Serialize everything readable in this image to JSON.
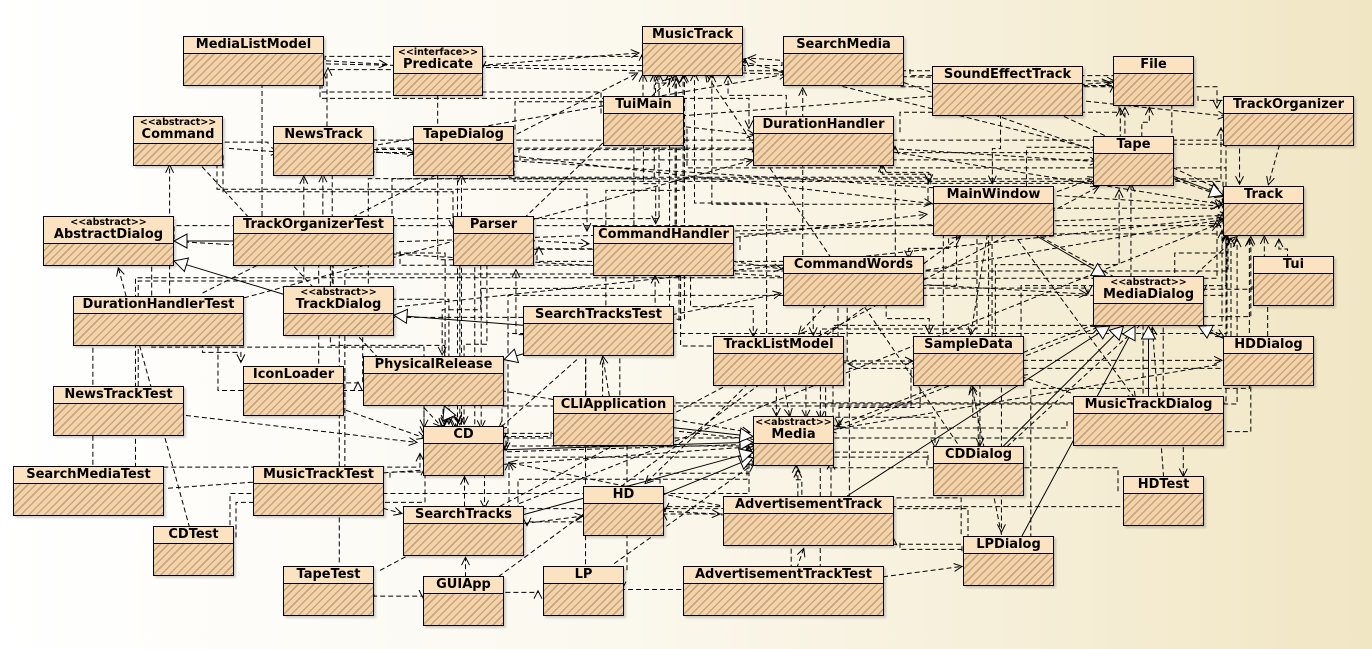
{
  "colors": {
    "box_fill": "#f8dcb6",
    "hatch": "#c6a682",
    "line": "#000000"
  },
  "classes": [
    {
      "id": "MediaListModel",
      "name": "MediaListModel"
    },
    {
      "id": "Predicate",
      "name": "Predicate",
      "stereotype": "<<interface>>"
    },
    {
      "id": "MusicTrack",
      "name": "MusicTrack"
    },
    {
      "id": "SearchMedia",
      "name": "SearchMedia"
    },
    {
      "id": "SoundEffectTrack",
      "name": "SoundEffectTrack"
    },
    {
      "id": "File",
      "name": "File"
    },
    {
      "id": "TrackOrganizer",
      "name": "TrackOrganizer"
    },
    {
      "id": "Command",
      "name": "Command",
      "stereotype": "<<abstract>>"
    },
    {
      "id": "NewsTrack",
      "name": "NewsTrack"
    },
    {
      "id": "TapeDialog",
      "name": "TapeDialog"
    },
    {
      "id": "TuiMain",
      "name": "TuiMain"
    },
    {
      "id": "DurationHandler",
      "name": "DurationHandler"
    },
    {
      "id": "Tape",
      "name": "Tape"
    },
    {
      "id": "AbstractDialog",
      "name": "AbstractDialog",
      "stereotype": "<<abstract>>"
    },
    {
      "id": "TrackOrganizerTest",
      "name": "TrackOrganizerTest"
    },
    {
      "id": "Parser",
      "name": "Parser"
    },
    {
      "id": "CommandHandler",
      "name": "CommandHandler"
    },
    {
      "id": "MainWindow",
      "name": "MainWindow"
    },
    {
      "id": "Track",
      "name": "Track"
    },
    {
      "id": "CommandWords",
      "name": "CommandWords"
    },
    {
      "id": "Tui",
      "name": "Tui"
    },
    {
      "id": "DurationHandlerTest",
      "name": "DurationHandlerTest"
    },
    {
      "id": "TrackDialog",
      "name": "TrackDialog",
      "stereotype": "<<abstract>>"
    },
    {
      "id": "SearchTracksTest",
      "name": "SearchTracksTest"
    },
    {
      "id": "MediaDialog",
      "name": "MediaDialog",
      "stereotype": "<<abstract>>"
    },
    {
      "id": "TrackListModel",
      "name": "TrackListModel"
    },
    {
      "id": "SampleData",
      "name": "SampleData"
    },
    {
      "id": "HDDialog",
      "name": "HDDialog"
    },
    {
      "id": "IconLoader",
      "name": "IconLoader"
    },
    {
      "id": "PhysicalRelease",
      "name": "PhysicalRelease"
    },
    {
      "id": "NewsTrackTest",
      "name": "NewsTrackTest"
    },
    {
      "id": "CLIApplication",
      "name": "CLIApplication"
    },
    {
      "id": "MusicTrackDialog",
      "name": "MusicTrackDialog"
    },
    {
      "id": "CD",
      "name": "CD"
    },
    {
      "id": "Media",
      "name": "Media",
      "stereotype": "<<abstract>>"
    },
    {
      "id": "CDDialog",
      "name": "CDDialog"
    },
    {
      "id": "SearchMediaTest",
      "name": "SearchMediaTest"
    },
    {
      "id": "MusicTrackTest",
      "name": "MusicTrackTest"
    },
    {
      "id": "HDTest",
      "name": "HDTest"
    },
    {
      "id": "HD",
      "name": "HD"
    },
    {
      "id": "AdvertisementTrack",
      "name": "AdvertisementTrack"
    },
    {
      "id": "SearchTracks",
      "name": "SearchTracks"
    },
    {
      "id": "CDTest",
      "name": "CDTest"
    },
    {
      "id": "LPDialog",
      "name": "LPDialog"
    },
    {
      "id": "TapeTest",
      "name": "TapeTest"
    },
    {
      "id": "GUIApp",
      "name": "GUIApp"
    },
    {
      "id": "LP",
      "name": "LP"
    },
    {
      "id": "AdvertisementTrackTest",
      "name": "AdvertisementTrackTest"
    }
  ],
  "inheritance": [
    [
      "TrackOrganizerTest",
      "AbstractDialog"
    ],
    [
      "TrackDialog",
      "AbstractDialog"
    ],
    [
      "SearchTracksTest",
      "TrackDialog"
    ],
    [
      "SearchTracksTest",
      "PhysicalRelease"
    ],
    [
      "CD",
      "PhysicalRelease"
    ],
    [
      "Tape",
      "Track"
    ],
    [
      "MainWindow",
      "MediaDialog"
    ],
    [
      "CDDialog",
      "MediaDialog"
    ],
    [
      "LPDialog",
      "MediaDialog"
    ],
    [
      "MusicTrackDialog",
      "MediaDialog"
    ],
    [
      "HDDialog",
      "MediaDialog"
    ],
    [
      "AdvertisementTrack",
      "MediaDialog"
    ],
    [
      "HD",
      "Media"
    ],
    [
      "CD",
      "Media"
    ],
    [
      "CLIApplication",
      "Media"
    ],
    [
      "SearchTracks",
      "Media"
    ]
  ],
  "dependencies": [
    [
      "MediaListModel",
      "Predicate"
    ],
    [
      "MediaListModel",
      "MusicTrack"
    ],
    [
      "MediaListModel",
      "CD"
    ],
    [
      "MediaListModel",
      "File"
    ],
    [
      "MediaListModel",
      "DurationHandler"
    ],
    [
      "MediaListModel",
      "Track"
    ],
    [
      "Predicate",
      "MusicTrack"
    ],
    [
      "Predicate",
      "MediaListModel"
    ],
    [
      "Predicate",
      "CD"
    ],
    [
      "SearchMedia",
      "MusicTrack"
    ],
    [
      "SearchMedia",
      "Predicate"
    ],
    [
      "SearchMedia",
      "File"
    ],
    [
      "SearchMedia",
      "Track"
    ],
    [
      "SearchMedia",
      "TrackOrganizer"
    ],
    [
      "SoundEffectTrack",
      "File"
    ],
    [
      "SoundEffectTrack",
      "Track"
    ],
    [
      "SoundEffectTrack",
      "MusicTrack"
    ],
    [
      "SoundEffectTrack",
      "MainWindow"
    ],
    [
      "SoundEffectTrack",
      "TrackOrganizer"
    ],
    [
      "File",
      "Track"
    ],
    [
      "File",
      "TrackOrganizer"
    ],
    [
      "TrackOrganizer",
      "Track"
    ],
    [
      "Tui",
      "Track"
    ],
    [
      "Tui",
      "MediaDialog"
    ],
    [
      "Command",
      "NewsTrack"
    ],
    [
      "Command",
      "Parser"
    ],
    [
      "Command",
      "CommandHandler"
    ],
    [
      "Command",
      "CD"
    ],
    [
      "NewsTrack",
      "Command"
    ],
    [
      "NewsTrack",
      "TapeDialog"
    ],
    [
      "NewsTrack",
      "Track"
    ],
    [
      "NewsTrack",
      "DurationHandler"
    ],
    [
      "NewsTrack",
      "CD"
    ],
    [
      "NewsTrack",
      "SearchMedia"
    ],
    [
      "TapeDialog",
      "NewsTrack"
    ],
    [
      "TapeDialog",
      "DurationHandler"
    ],
    [
      "TapeDialog",
      "MainWindow"
    ],
    [
      "TapeDialog",
      "Tape"
    ],
    [
      "TapeDialog",
      "Track"
    ],
    [
      "TapeDialog",
      "CD"
    ],
    [
      "TapeDialog",
      "MusicTrack"
    ],
    [
      "TuiMain",
      "MusicTrack"
    ],
    [
      "TuiMain",
      "DurationHandler"
    ],
    [
      "TuiMain",
      "CommandHandler"
    ],
    [
      "TuiMain",
      "Track"
    ],
    [
      "TuiMain",
      "File"
    ],
    [
      "TuiMain",
      "CD"
    ],
    [
      "TuiMain",
      "MediaListModel"
    ],
    [
      "DurationHandler",
      "Tape"
    ],
    [
      "DurationHandler",
      "MusicTrack"
    ],
    [
      "DurationHandler",
      "File"
    ],
    [
      "DurationHandler",
      "Track"
    ],
    [
      "DurationHandler",
      "MainWindow"
    ],
    [
      "Tape",
      "DurationHandler"
    ],
    [
      "Tape",
      "MusicTrack"
    ],
    [
      "Tape",
      "File"
    ],
    [
      "MainWindow",
      "Track"
    ],
    [
      "MainWindow",
      "Tape"
    ],
    [
      "MainWindow",
      "DurationHandler"
    ],
    [
      "MainWindow",
      "CommandWords"
    ],
    [
      "MainWindow",
      "SampleData"
    ],
    [
      "MainWindow",
      "Media"
    ],
    [
      "MainWindow",
      "TrackListModel"
    ],
    [
      "MainWindow",
      "MusicTrackDialog"
    ],
    [
      "MainWindow",
      "CDDialog"
    ],
    [
      "MainWindow",
      "LPDialog"
    ],
    [
      "MainWindow",
      "HDDialog"
    ],
    [
      "MainWindow",
      "TapeDialog"
    ],
    [
      "MainWindow",
      "File"
    ],
    [
      "Parser",
      "CommandHandler"
    ],
    [
      "Parser",
      "CommandWords"
    ],
    [
      "Parser",
      "CD"
    ],
    [
      "Parser",
      "MusicTrack"
    ],
    [
      "Parser",
      "PhysicalRelease"
    ],
    [
      "CommandHandler",
      "Parser"
    ],
    [
      "CommandHandler",
      "CommandWords"
    ],
    [
      "CommandHandler",
      "Track"
    ],
    [
      "CommandHandler",
      "Media"
    ],
    [
      "CommandHandler",
      "MainWindow"
    ],
    [
      "CommandHandler",
      "TrackListModel"
    ],
    [
      "CommandWords",
      "MediaDialog"
    ],
    [
      "CommandWords",
      "Track"
    ],
    [
      "CommandWords",
      "SampleData"
    ],
    [
      "CommandWords",
      "Media"
    ],
    [
      "CommandWords",
      "TrackListModel"
    ],
    [
      "CommandWords",
      "File"
    ],
    [
      "TrackOrganizerTest",
      "TrackOrganizer"
    ],
    [
      "TrackOrganizerTest",
      "Track"
    ],
    [
      "TrackOrganizerTest",
      "CD"
    ],
    [
      "TrackOrganizerTest",
      "CommandWords"
    ],
    [
      "DurationHandlerTest",
      "DurationHandler"
    ],
    [
      "DurationHandlerTest",
      "IconLoader"
    ],
    [
      "DurationHandlerTest",
      "CD"
    ],
    [
      "DurationHandlerTest",
      "MusicTrack"
    ],
    [
      "TrackDialog",
      "CD"
    ],
    [
      "TrackDialog",
      "MusicTrack"
    ],
    [
      "TrackDialog",
      "Track"
    ],
    [
      "TrackDialog",
      "NewsTrack"
    ],
    [
      "SearchTracksTest",
      "SearchTracks"
    ],
    [
      "SearchTracksTest",
      "CommandWords"
    ],
    [
      "SearchTracksTest",
      "Track"
    ],
    [
      "SearchTracksTest",
      "MusicTrack"
    ],
    [
      "SearchTracksTest",
      "CD"
    ],
    [
      "TrackListModel",
      "SampleData"
    ],
    [
      "TrackListModel",
      "Track"
    ],
    [
      "TrackListModel",
      "Media"
    ],
    [
      "TrackListModel",
      "MusicTrack"
    ],
    [
      "TrackListModel",
      "CDDialog"
    ],
    [
      "TrackListModel",
      "HD"
    ],
    [
      "SampleData",
      "Track"
    ],
    [
      "SampleData",
      "MusicTrack"
    ],
    [
      "SampleData",
      "TrackListModel"
    ],
    [
      "SampleData",
      "CD"
    ],
    [
      "SampleData",
      "Media"
    ],
    [
      "SampleData",
      "HDDialog"
    ],
    [
      "SampleData",
      "Tape"
    ],
    [
      "HDDialog",
      "Track"
    ],
    [
      "HDDialog",
      "Media"
    ],
    [
      "HDDialog",
      "HDTest"
    ],
    [
      "IconLoader",
      "PhysicalRelease"
    ],
    [
      "IconLoader",
      "CD"
    ],
    [
      "IconLoader",
      "MusicTrack"
    ],
    [
      "PhysicalRelease",
      "CD"
    ],
    [
      "PhysicalRelease",
      "Media"
    ],
    [
      "PhysicalRelease",
      "Track"
    ],
    [
      "CLIApplication",
      "CD"
    ],
    [
      "CLIApplication",
      "Media"
    ],
    [
      "CLIApplication",
      "CommandHandler"
    ],
    [
      "CLIApplication",
      "Parser"
    ],
    [
      "CLIApplication",
      "SearchTracksTest"
    ],
    [
      "MusicTrackDialog",
      "Media"
    ],
    [
      "MusicTrackDialog",
      "Track"
    ],
    [
      "MusicTrackDialog",
      "SampleData"
    ],
    [
      "MusicTrackDialog",
      "CD"
    ],
    [
      "MusicTrackDialog",
      "Tape"
    ],
    [
      "CD",
      "Media"
    ],
    [
      "CD",
      "MusicTrack"
    ],
    [
      "CD",
      "Track"
    ],
    [
      "CD",
      "TapeDialog"
    ],
    [
      "CD",
      "PhysicalRelease"
    ],
    [
      "Media",
      "Track"
    ],
    [
      "Media",
      "MediaDialog"
    ],
    [
      "Media",
      "CD"
    ],
    [
      "CDDialog",
      "CD"
    ],
    [
      "CDDialog",
      "Track"
    ],
    [
      "CDDialog",
      "Media"
    ],
    [
      "CDDialog",
      "SampleData"
    ],
    [
      "CDDialog",
      "MusicTrack"
    ],
    [
      "SearchMediaTest",
      "SearchMedia"
    ],
    [
      "SearchMediaTest",
      "CD"
    ],
    [
      "SearchMediaTest",
      "Media"
    ],
    [
      "SearchMediaTest",
      "Command"
    ],
    [
      "MusicTrackTest",
      "MusicTrack"
    ],
    [
      "MusicTrackTest",
      "SearchTracks"
    ],
    [
      "MusicTrackTest",
      "CD"
    ],
    [
      "NewsTrackTest",
      "NewsTrack"
    ],
    [
      "NewsTrackTest",
      "CD"
    ],
    [
      "HDTest",
      "HD"
    ],
    [
      "HDTest",
      "Media"
    ],
    [
      "HDTest",
      "MediaDialog"
    ],
    [
      "HD",
      "Media"
    ],
    [
      "HD",
      "SearchTracks"
    ],
    [
      "HD",
      "AdvertisementTrack"
    ],
    [
      "AdvertisementTrack",
      "Track"
    ],
    [
      "AdvertisementTrack",
      "Media"
    ],
    [
      "AdvertisementTrack",
      "CD"
    ],
    [
      "AdvertisementTrack",
      "HD"
    ],
    [
      "AdvertisementTrack",
      "LPDialog"
    ],
    [
      "SearchTracks",
      "HD"
    ],
    [
      "SearchTracks",
      "Media"
    ],
    [
      "SearchTracks",
      "CD"
    ],
    [
      "SearchTracks",
      "Track"
    ],
    [
      "CDTest",
      "CD"
    ],
    [
      "CDTest",
      "Media"
    ],
    [
      "CDTest",
      "AbstractDialog"
    ],
    [
      "LPDialog",
      "Media"
    ],
    [
      "LPDialog",
      "Track"
    ],
    [
      "LPDialog",
      "SampleData"
    ],
    [
      "LPDialog",
      "CD"
    ],
    [
      "LPDialog",
      "AdvertisementTrack"
    ],
    [
      "TapeTest",
      "Tape"
    ],
    [
      "TapeTest",
      "GUIApp"
    ],
    [
      "TapeTest",
      "MusicTrack"
    ],
    [
      "GUIApp",
      "MainWindow"
    ],
    [
      "GUIApp",
      "LP"
    ],
    [
      "GUIApp",
      "SearchTracks"
    ],
    [
      "LP",
      "Media"
    ],
    [
      "LP",
      "Track"
    ],
    [
      "LP",
      "MusicTrack"
    ],
    [
      "AdvertisementTrackTest",
      "AdvertisementTrack"
    ],
    [
      "AdvertisementTrackTest",
      "LP"
    ],
    [
      "AdvertisementTrackTest",
      "Track"
    ],
    [
      "AdvertisementTrackTest",
      "LPDialog"
    ],
    [
      "AdvertisementTrackTest",
      "Media"
    ],
    [
      "AbstractDialog",
      "Track"
    ],
    [
      "AbstractDialog",
      "MediaDialog"
    ],
    [
      "AbstractDialog",
      "CD"
    ],
    [
      "MediaDialog",
      "Track"
    ],
    [
      "MediaDialog",
      "Media"
    ]
  ]
}
